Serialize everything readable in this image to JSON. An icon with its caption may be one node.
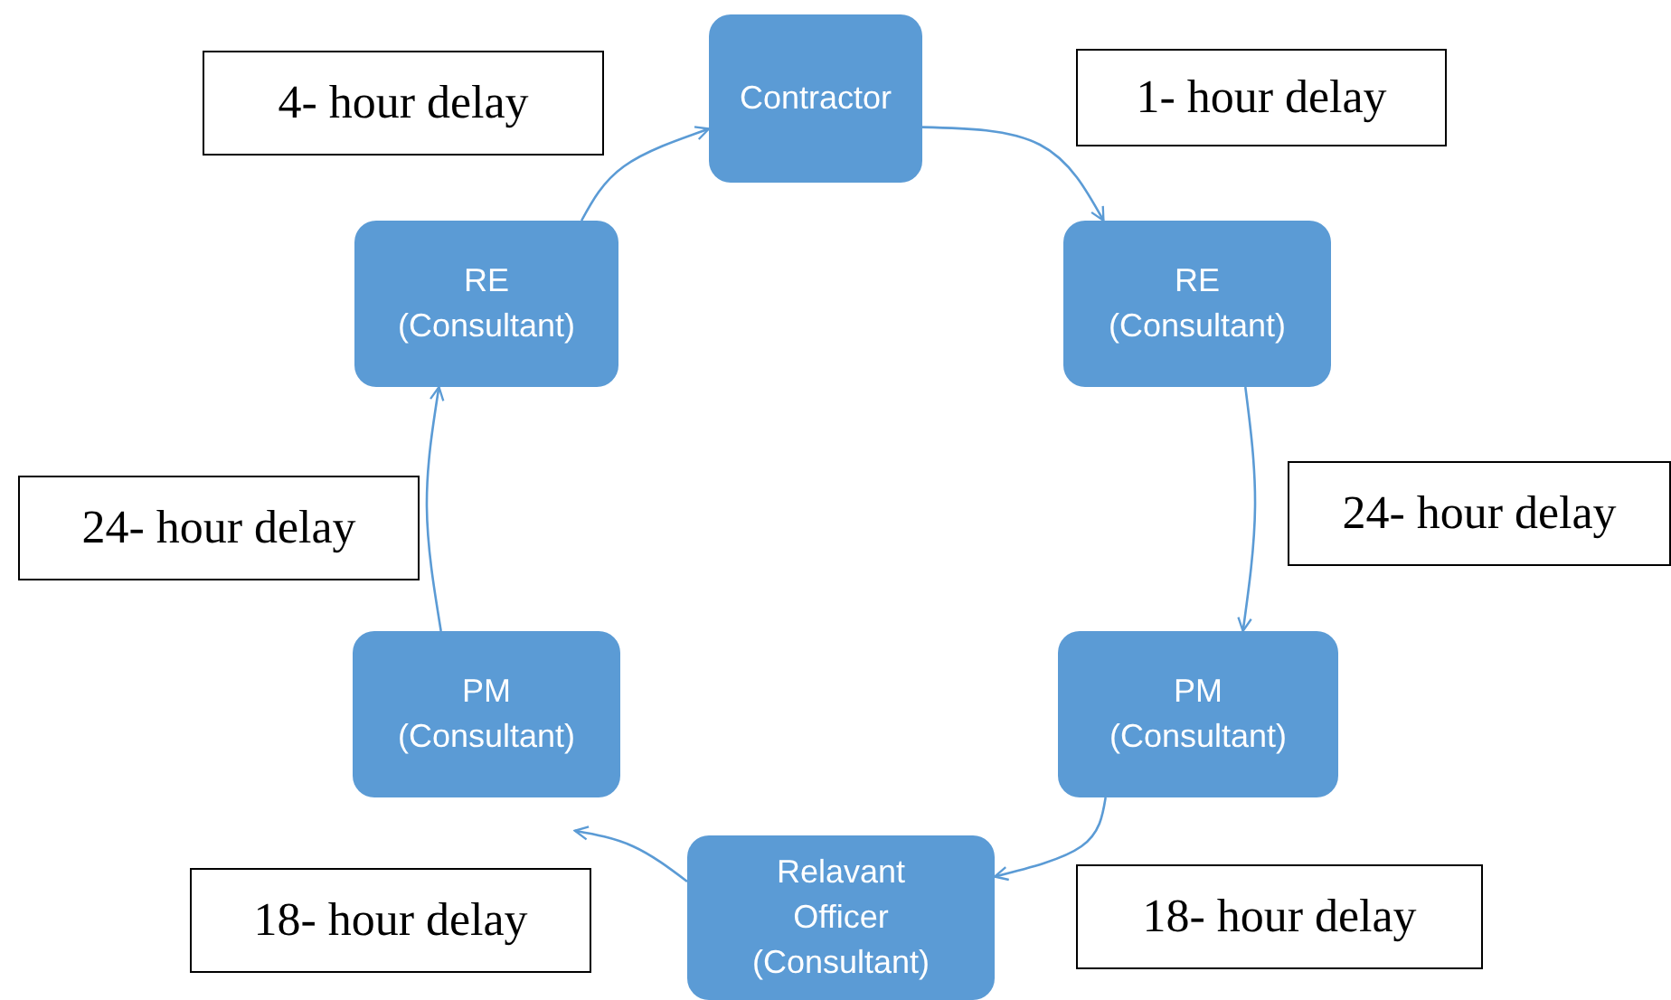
{
  "diagram": {
    "nodes": [
      {
        "text": [
          "Contractor"
        ]
      },
      {
        "text": [
          "RE (Consultant)"
        ]
      },
      {
        "text": [
          "PM (Consultant)"
        ]
      },
      {
        "text": [
          "Relavant Officer (Consultant)"
        ]
      },
      {
        "text": [
          "PM (Consultant)"
        ]
      },
      {
        "text": [
          "RE (Consultant)"
        ]
      }
    ],
    "edges": [
      {
        "from": 0,
        "to": 1,
        "arrow": "to",
        "label": "1- hour delay"
      },
      {
        "from": 1,
        "to": 2,
        "arrow": "to",
        "label": "24- hour delay"
      },
      {
        "from": 2,
        "to": 3,
        "arrow": "to",
        "label": "18- hour delay"
      },
      {
        "from": 3,
        "to": 4,
        "arrow": "to",
        "label": "18- hour delay"
      },
      {
        "from": 4,
        "to": 5,
        "arrow": "to",
        "label": "24- hour delay"
      },
      {
        "from": 5,
        "to": 0,
        "arrow": "to",
        "label": "4- hour delay"
      }
    ]
  }
}
